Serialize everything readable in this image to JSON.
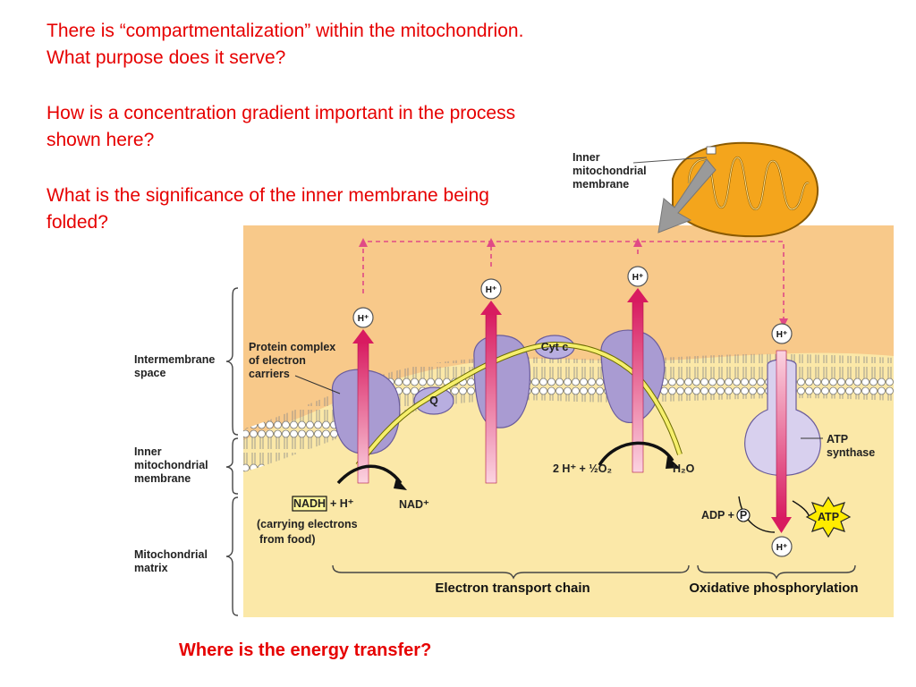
{
  "questions": {
    "q1": "There is “compartmentalization” within the mitochondrion.  What purpose does it serve?",
    "q2": "How is a concentration gradient important in the process shown here?",
    "q3": "What is the significance of the inner membrane being folded?"
  },
  "bottom_question": "Where is the energy transfer?",
  "diagram": {
    "inset_label_1": "Inner",
    "inset_label_2": "mitochondrial",
    "inset_label_3": "membrane",
    "left_intermembrane_1": "Intermembrane",
    "left_intermembrane_2": "space",
    "left_inner_1": "Inner",
    "left_inner_2": "mitochondrial",
    "left_inner_3": "membrane",
    "left_matrix_1": "Mitochondrial",
    "left_matrix_2": "matrix",
    "protein_complex_1": "Protein complex",
    "protein_complex_2": "of electron",
    "protein_complex_3": "carriers",
    "q_label": "Q",
    "cytc_label": "Cyt c",
    "hplus": "H⁺",
    "nadh": "NADH",
    "nadh_plus": "+ H⁺",
    "nad": "NAD⁺",
    "carrying_1": "(carrying electrons",
    "carrying_2": "from food)",
    "oxygen": "2 H⁺ + ½O₂",
    "water": "H₂O",
    "atp_synthase_1": "ATP",
    "atp_synthase_2": "synthase",
    "adp": "ADP +",
    "pi": "P",
    "atp": "ATP",
    "etc_label": "Electron transport chain",
    "oxphos_label": "Oxidative phosphorylation"
  },
  "colors": {
    "question_red": "#e60000",
    "intermembrane": "#f8c98a",
    "matrix": "#fbe8a8",
    "protein": "#a99bd2",
    "arrow": "#d81b60",
    "electron_path": "#f6ef6c",
    "atp_star": "#ffec00"
  }
}
